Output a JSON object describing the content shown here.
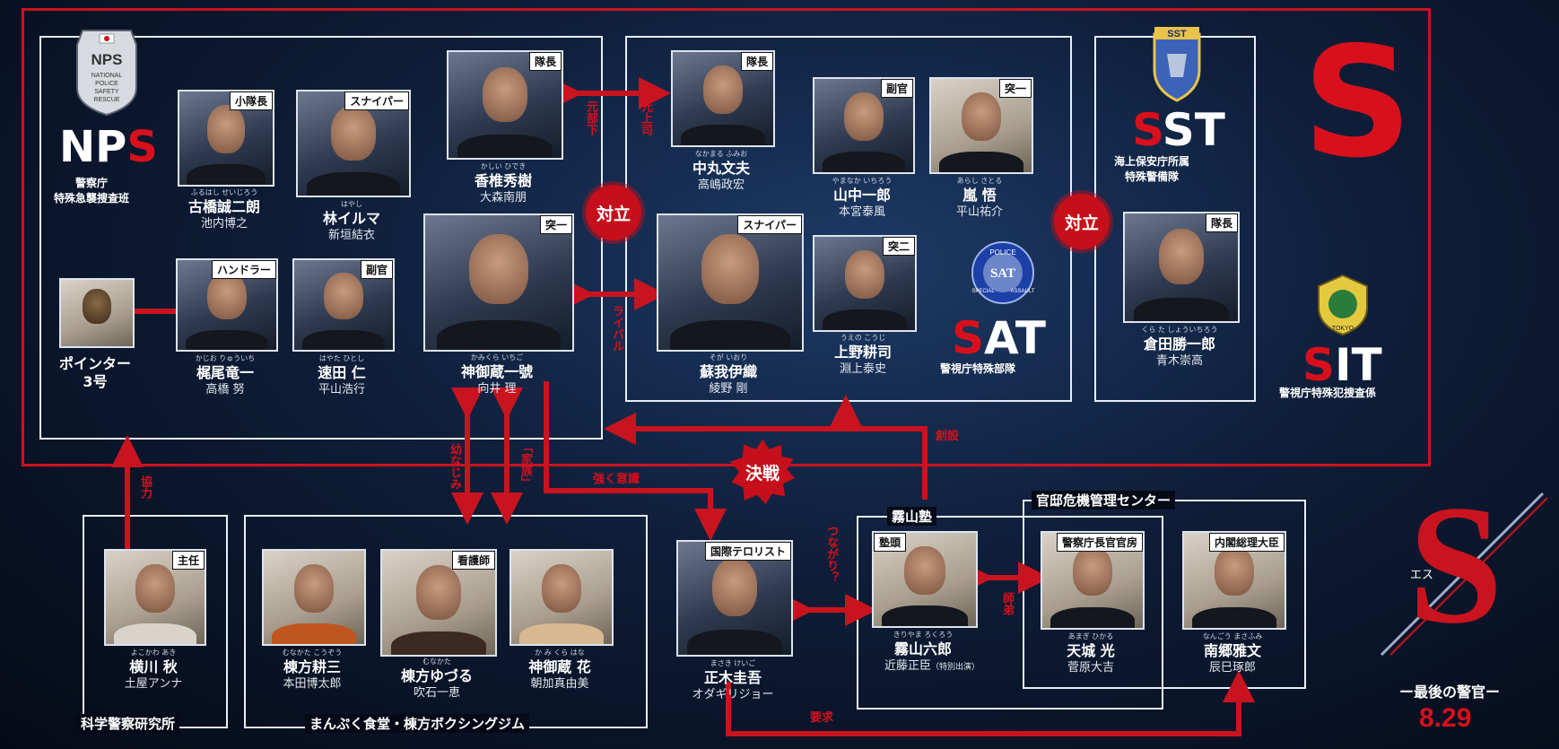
{
  "title": {
    "logo": "S",
    "reading": "エス",
    "subtitle": "ー最後の警官ー",
    "date": "8.29"
  },
  "groups": {
    "nps": {
      "name_black": "NP",
      "name_red": "S",
      "desc1": "警察庁",
      "desc2": "特殊急襲捜査班"
    },
    "sat": {
      "name_red": "S",
      "name_white": "AT",
      "desc": "警視庁特殊部隊"
    },
    "sst": {
      "name_red": "S",
      "name_white": "ST",
      "desc1": "海上保安庁所属",
      "desc2": "特殊警備隊"
    },
    "sit": {
      "name_red": "S",
      "name_white": "IT",
      "desc": "警視庁特殊犯捜査係"
    },
    "big_s": "S",
    "science": "科学警察研究所",
    "manpuku": "まんぷく食堂・棟方ボクシングジム",
    "kiriyama": "霧山塾",
    "kantei": "官邸危機管理センター"
  },
  "emblems": {
    "nps": [
      "NPS",
      "NATIONAL",
      "POLICE",
      "SAFETY",
      "RESCUE"
    ],
    "sst": "SST",
    "sat": [
      "POLICE",
      "SAT",
      "SPECIAL",
      "ASSAULT"
    ],
    "sit": "TOKYO"
  },
  "people": {
    "furuhashi": {
      "tag": "小隊長",
      "ruby": "ふるはし せいじろう",
      "name": "古橋誠二朗",
      "actor": "池内博之"
    },
    "hayashi": {
      "tag": "スナイパー",
      "ruby": "はやし",
      "name": "林イルマ",
      "actor": "新垣結衣"
    },
    "kashii": {
      "tag": "隊長",
      "ruby": "かしい ひでき",
      "name": "香椎秀樹",
      "actor": "大森南朋"
    },
    "kamikura": {
      "tag": "突一",
      "ruby": "かみくら いちご",
      "name": "神御蔵一號",
      "actor": "向井 理"
    },
    "pointer": {
      "name1": "ポインター",
      "name2": "3号"
    },
    "kajio": {
      "tag": "ハンドラー",
      "ruby": "かじお りゅういち",
      "name": "梶尾竜一",
      "actor": "高橋 努"
    },
    "hayata": {
      "tag": "副官",
      "ruby": "はやた ひとし",
      "name": "速田 仁",
      "actor": "平山浩行"
    },
    "nakamaru": {
      "tag": "隊長",
      "ruby": "なかまる ふみお",
      "name": "中丸文夫",
      "actor": "高嶋政宏"
    },
    "yamanaka": {
      "tag": "副官",
      "ruby": "やまなか いちろう",
      "name": "山中一郎",
      "actor": "本宮泰風"
    },
    "arashi": {
      "tag": "突一",
      "ruby": "あらし さとる",
      "name": "嵐 悟",
      "actor": "平山祐介"
    },
    "soga": {
      "tag": "スナイパー",
      "ruby": "そが いおり",
      "name": "蘇我伊織",
      "actor": "綾野 剛"
    },
    "ueno": {
      "tag": "突二",
      "ruby": "うえの こうじ",
      "name": "上野耕司",
      "actor": "淵上泰史"
    },
    "kurata": {
      "tag": "隊長",
      "ruby": "くら た しょういちろう",
      "name": "倉田勝一郎",
      "actor": "青木崇高"
    },
    "yokokawa": {
      "tag": "主任",
      "ruby": "よこかわ あき",
      "name": "横川 秋",
      "actor": "土屋アンナ"
    },
    "munakata_k": {
      "ruby": "むなかた こうぞう",
      "name": "棟方耕三",
      "actor": "本田博太郎"
    },
    "munakata_y": {
      "tag": "看護師",
      "ruby": "むなかた",
      "name": "棟方ゆづる",
      "actor": "吹石一恵"
    },
    "kamikura_h": {
      "ruby": "か み くら はな",
      "name": "神御蔵 花",
      "actor": "朝加真由美"
    },
    "masaki": {
      "tag": "国際テロリスト",
      "ruby": "まさき けいご",
      "name": "正木圭吾",
      "actor": "オダギリジョー"
    },
    "kiriyama": {
      "tag": "塾頭",
      "ruby": "きりやま ろくろう",
      "name": "霧山六郎",
      "actor": "近藤正臣",
      "actor_note": "（特別出演）"
    },
    "amagi": {
      "tag": "警察庁長官官房",
      "ruby": "あまぎ ひかる",
      "name": "天城 光",
      "actor": "菅原大吉"
    },
    "nango": {
      "tag": "内閣総理大臣",
      "ruby": "なんごう まさふみ",
      "name": "南郷雅文",
      "actor": "辰巳琢郎"
    }
  },
  "relations": {
    "moto_buka": "元部下",
    "moto_joshi": "元上司",
    "tairitsu1": "対立",
    "tairitsu2": "対立",
    "rival": "ライバル",
    "osananajimi": "幼なじみ",
    "kazoku": "「家族」",
    "tsuyoku_ishiki": "強く意識",
    "kessen": "決戦",
    "sousetsu": "創設",
    "kyouryoku": "協力",
    "tsunagari": "つながり？",
    "shitei": "師弟",
    "youkyuu": "要求"
  },
  "colors": {
    "accent_red": "#c9141f",
    "line_white": "#e8eef8",
    "background": "#0e1d38"
  }
}
